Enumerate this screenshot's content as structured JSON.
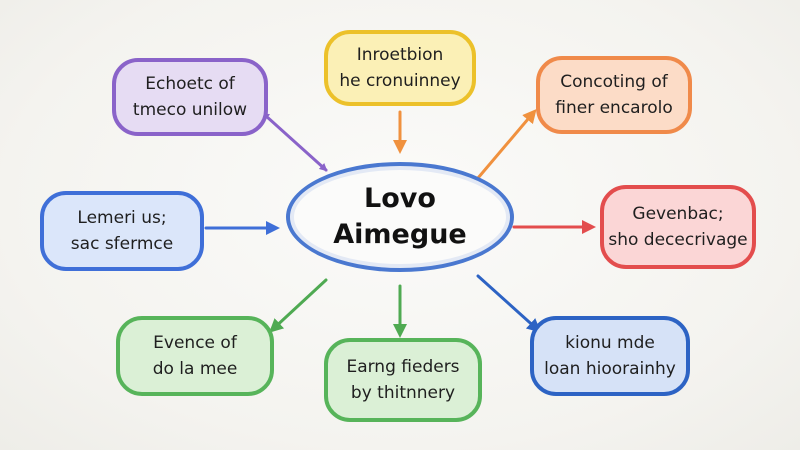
{
  "central_node": {
    "line1": "Lovo",
    "line2": "Aimegue",
    "border_color": "#4a78d0"
  },
  "nodes": [
    {
      "id": "purple",
      "line1": "Echoetc of",
      "line2": "tmeco unilow",
      "border_color": "#8a63c9",
      "fill_color": "#e6dcf3"
    },
    {
      "id": "yellow",
      "line1": "Inroetbion",
      "line2": "he cronuinney",
      "border_color": "#ecc12a",
      "fill_color": "#fbf0b6"
    },
    {
      "id": "orange",
      "line1": "Concoting of",
      "line2": "finer encarolo",
      "border_color": "#f08a4a",
      "fill_color": "#fcdcc7"
    },
    {
      "id": "blue",
      "line1": "Lemeri us;",
      "line2": "sac sfermce",
      "border_color": "#3f6fd8",
      "fill_color": "#dbe6fa"
    },
    {
      "id": "red",
      "line1": "Gevenbac;",
      "line2": "sho dececrivage",
      "border_color": "#e34d4d",
      "fill_color": "#fbd6d6"
    },
    {
      "id": "green-left",
      "line1": "Evence of",
      "line2": "do la mee",
      "border_color": "#57b45a",
      "fill_color": "#dbf0d6"
    },
    {
      "id": "green-bottom",
      "line1": "Earng fieders",
      "line2": "by thitnnery",
      "border_color": "#57b45a",
      "fill_color": "#dbf0d6"
    },
    {
      "id": "navy",
      "line1": "kionu mde",
      "line2": "loan hioorainhy",
      "border_color": "#2d63c4",
      "fill_color": "#d6e2f7"
    }
  ]
}
